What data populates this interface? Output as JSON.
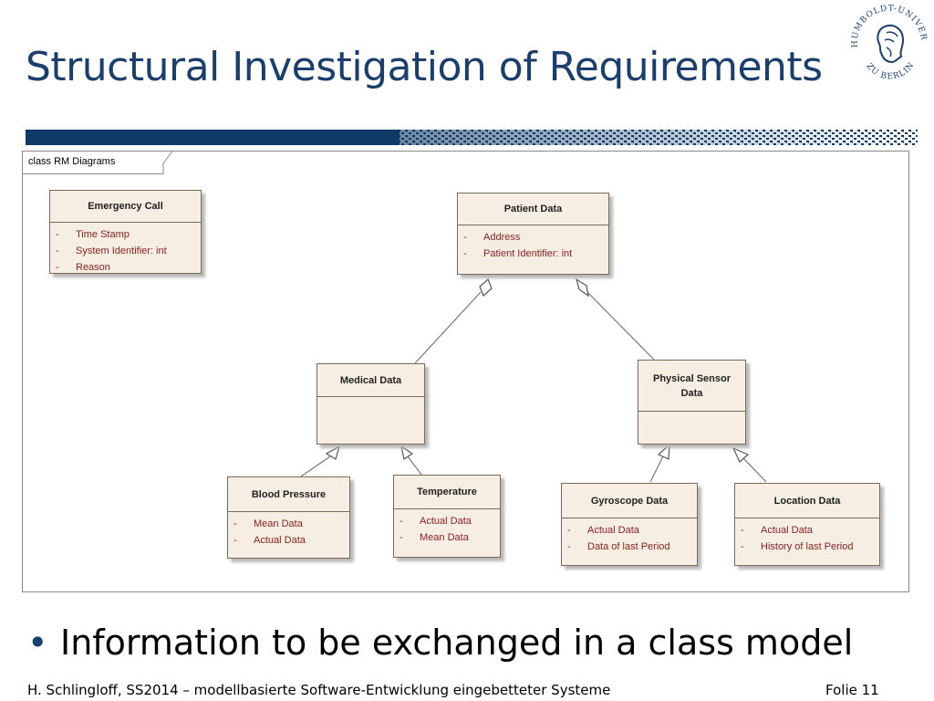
{
  "slide": {
    "title": "Structural Investigation of Requirements",
    "bullet": "Information to be exchanged in a class model",
    "footer_left": "H. Schlingloff, SS2014 – modellbasierte Software-Entwicklung eingebetteter Systeme",
    "footer_right": "Folie 11"
  },
  "logo": {
    "top_text": "HUMBOLDT-UNIVERSITÄT",
    "bottom_text": "ZU BERLIN"
  },
  "diagram": {
    "frame_label": "class RM Diagrams",
    "classes": {
      "emergency_call": {
        "name": "Emergency Call",
        "attrs": [
          {
            "vis": "-",
            "text": "Time Stamp"
          },
          {
            "vis": "-",
            "text": "System Identifier:  int"
          },
          {
            "vis": "-",
            "text": "Reason"
          }
        ]
      },
      "patient_data": {
        "name": "Patient Data",
        "attrs": [
          {
            "vis": "-",
            "text": "Address"
          },
          {
            "vis": "-",
            "text": "Patient Identifier:  int"
          }
        ]
      },
      "medical_data": {
        "name": "Medical Data",
        "attrs": []
      },
      "physical_sensor_data": {
        "name_line1": "Physical Sensor",
        "name_line2": "Data",
        "attrs": []
      },
      "blood_pressure": {
        "name": "Blood Pressure",
        "attrs": [
          {
            "vis": "-",
            "text": "Mean Data"
          },
          {
            "vis": "-",
            "text": "Actual Data"
          }
        ]
      },
      "temperature": {
        "name": "Temperature",
        "attrs": [
          {
            "vis": "-",
            "text": "Actual Data"
          },
          {
            "vis": "-",
            "text": "Mean Data"
          }
        ]
      },
      "gyroscope_data": {
        "name": "Gyroscope Data",
        "attrs": [
          {
            "vis": "-",
            "text": "Actual Data"
          },
          {
            "vis": "-",
            "text": "Data of last Period"
          }
        ]
      },
      "location_data": {
        "name": "Location Data",
        "attrs": [
          {
            "vis": "-",
            "text": "Actual Data"
          },
          {
            "vis": "-",
            "text": "History of last Period"
          }
        ]
      }
    }
  },
  "colors": {
    "title": "#1a3f6e",
    "bar": "#0f3a66",
    "class_fill": "#f6eee2",
    "attribute_text": "#8b1f1f"
  }
}
